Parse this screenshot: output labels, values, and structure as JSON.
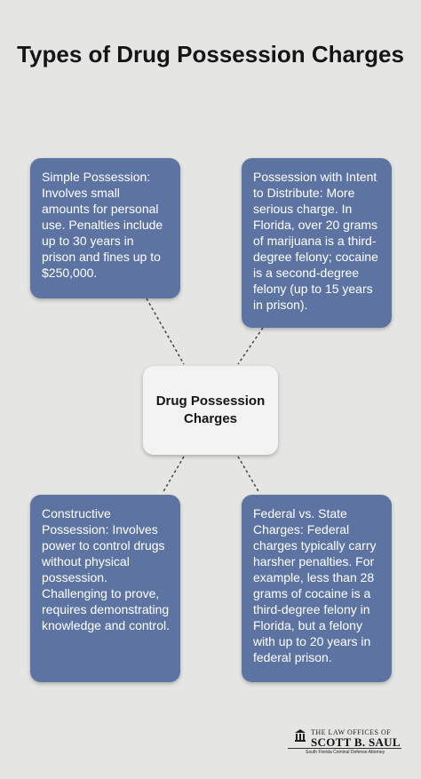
{
  "title": "Types of Drug Possession Charges",
  "center_label": "Drug Possession Charges",
  "boxes": {
    "simple": "Simple Possession: Involves small amounts for personal use. Penalties include up to 30 years in prison and fines up to $250,000.",
    "intent": "Possession with Intent to Distribute: More serious charge. In Florida, over 20 grams of marijuana is a third-degree felony; cocaine is a second-degree felony (up to 15 years in prison).",
    "constructive": "Constructive Possession: Involves power to control drugs without physical possession. Challenging to prove, requires demonstrating knowledge and control.",
    "federal": "Federal vs. State Charges: Federal charges typically carry harsher penalties. For example, less than 28 grams of cocaine is a third-degree felony in Florida, but a felony with up to 20 years in federal prison."
  },
  "logo": {
    "line1": "THE LAW OFFICES OF",
    "line2": "SCOTT B. SAUL",
    "tagline": "South Florida Criminal Defense Attorney"
  },
  "colors": {
    "background": "#e5e6e4",
    "box": "#5d74a2",
    "center_box": "#f3f3f3",
    "connector": "#444444"
  }
}
